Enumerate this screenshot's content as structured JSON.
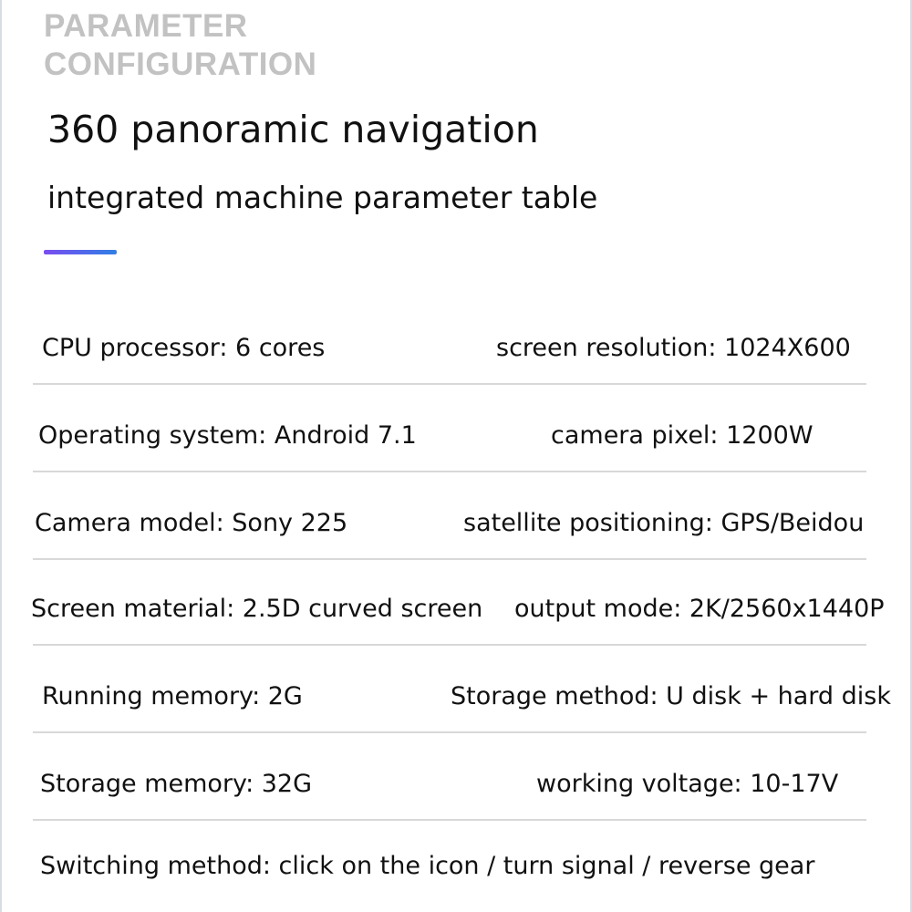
{
  "header": {
    "eyebrow": "PARAMETER CONFIGURATION",
    "title": "360 panoramic navigation",
    "subtitle": "integrated machine parameter table"
  },
  "colors": {
    "accent_gradient_start": "#7a4df0",
    "accent_gradient_end": "#2f7fe6",
    "eyebrow_text": "#c2c2c2",
    "divider": "#d8d8d8"
  },
  "parameters": [
    {
      "left": "CPU processor: 6 cores",
      "right": "screen resolution: 1024X600"
    },
    {
      "left": "Operating system: Android 7.1",
      "right": "camera pixel: 1200W"
    },
    {
      "left": "Camera model: Sony 225",
      "right": "satellite positioning: GPS/Beidou"
    },
    {
      "left": "Screen material: 2.5D curved screen",
      "right": "output mode: 2K/2560x1440P"
    },
    {
      "left": "Running memory: 2G",
      "right": "Storage method: U disk + hard disk"
    },
    {
      "left": "Storage memory: 32G",
      "right": "working voltage: 10-17V"
    }
  ],
  "footer": {
    "switching_method": "Switching method: click on the icon / turn signal / reverse gear"
  }
}
